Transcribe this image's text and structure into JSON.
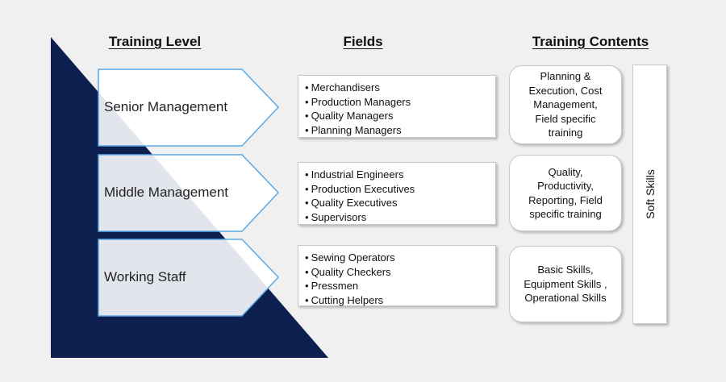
{
  "headers": {
    "training_level": "Training Level",
    "fields": "Fields",
    "training_contents": "Training Contents"
  },
  "levels": [
    {
      "label": "Senior Management",
      "fields": [
        "Merchandisers",
        "Production Managers",
        "Quality Managers",
        "Planning Managers"
      ],
      "content_lines": [
        "Planning &",
        "Execution, Cost",
        "Management,",
        "Field specific",
        "training"
      ]
    },
    {
      "label": "Middle Management",
      "fields": [
        "Industrial Engineers",
        "Production Executives",
        "Quality Executives",
        "Supervisors"
      ],
      "content_lines": [
        "Quality,",
        "Productivity,",
        "Reporting, Field",
        "specific training"
      ]
    },
    {
      "label": "Working Staff",
      "fields": [
        "Sewing Operators",
        "Quality Checkers",
        "Pressmen",
        "Cutting Helpers"
      ],
      "content_lines": [
        "Basic Skills,",
        "Equipment Skills ,",
        "Operational Skills"
      ]
    }
  ],
  "soft_skills": "Soft Skills",
  "colors": {
    "background": "#f0f0f0",
    "pyramid": "#0d1f4f",
    "arrow_border": "#5aa9e6",
    "arrow_fill": "#e3e5ec"
  }
}
